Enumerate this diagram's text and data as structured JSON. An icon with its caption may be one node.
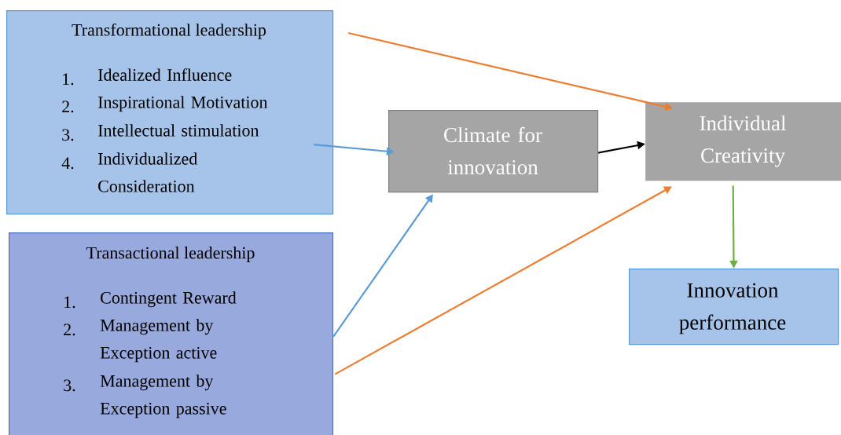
{
  "diagram": {
    "nodes": [
      {
        "text": [
          "Transformational leadership",
          "1.",
          "Idealized Influence",
          "2.",
          "Inspirational Motivation",
          "3.",
          "Intellectual stimulation",
          "4.",
          "Individualized Consideration"
        ]
      },
      {
        "text": [
          "Transactional leadership",
          "1.",
          "Contingent Reward",
          "2.",
          "Management by Exception active",
          "3.",
          "Management by Exception passive"
        ]
      },
      {
        "text": [
          "Climate for innovation"
        ]
      },
      {
        "text": [
          "Individual Creativity"
        ]
      },
      {
        "text": [
          "Innovation performance"
        ]
      }
    ],
    "edges": [
      {
        "from": 0,
        "to": 3,
        "arrow": "to",
        "color": "#ed7d31"
      },
      {
        "from": 0,
        "to": 2,
        "arrow": "to",
        "color": "#5b9bd5"
      },
      {
        "from": 2,
        "to": 3,
        "arrow": "to",
        "color": "#000000"
      },
      {
        "from": 1,
        "to": 2,
        "arrow": "to",
        "color": "#5b9bd5"
      },
      {
        "from": 1,
        "to": 3,
        "arrow": "to",
        "color": "#ed7d31"
      },
      {
        "from": 3,
        "to": 4,
        "arrow": "to",
        "color": "#70ad47"
      }
    ]
  }
}
